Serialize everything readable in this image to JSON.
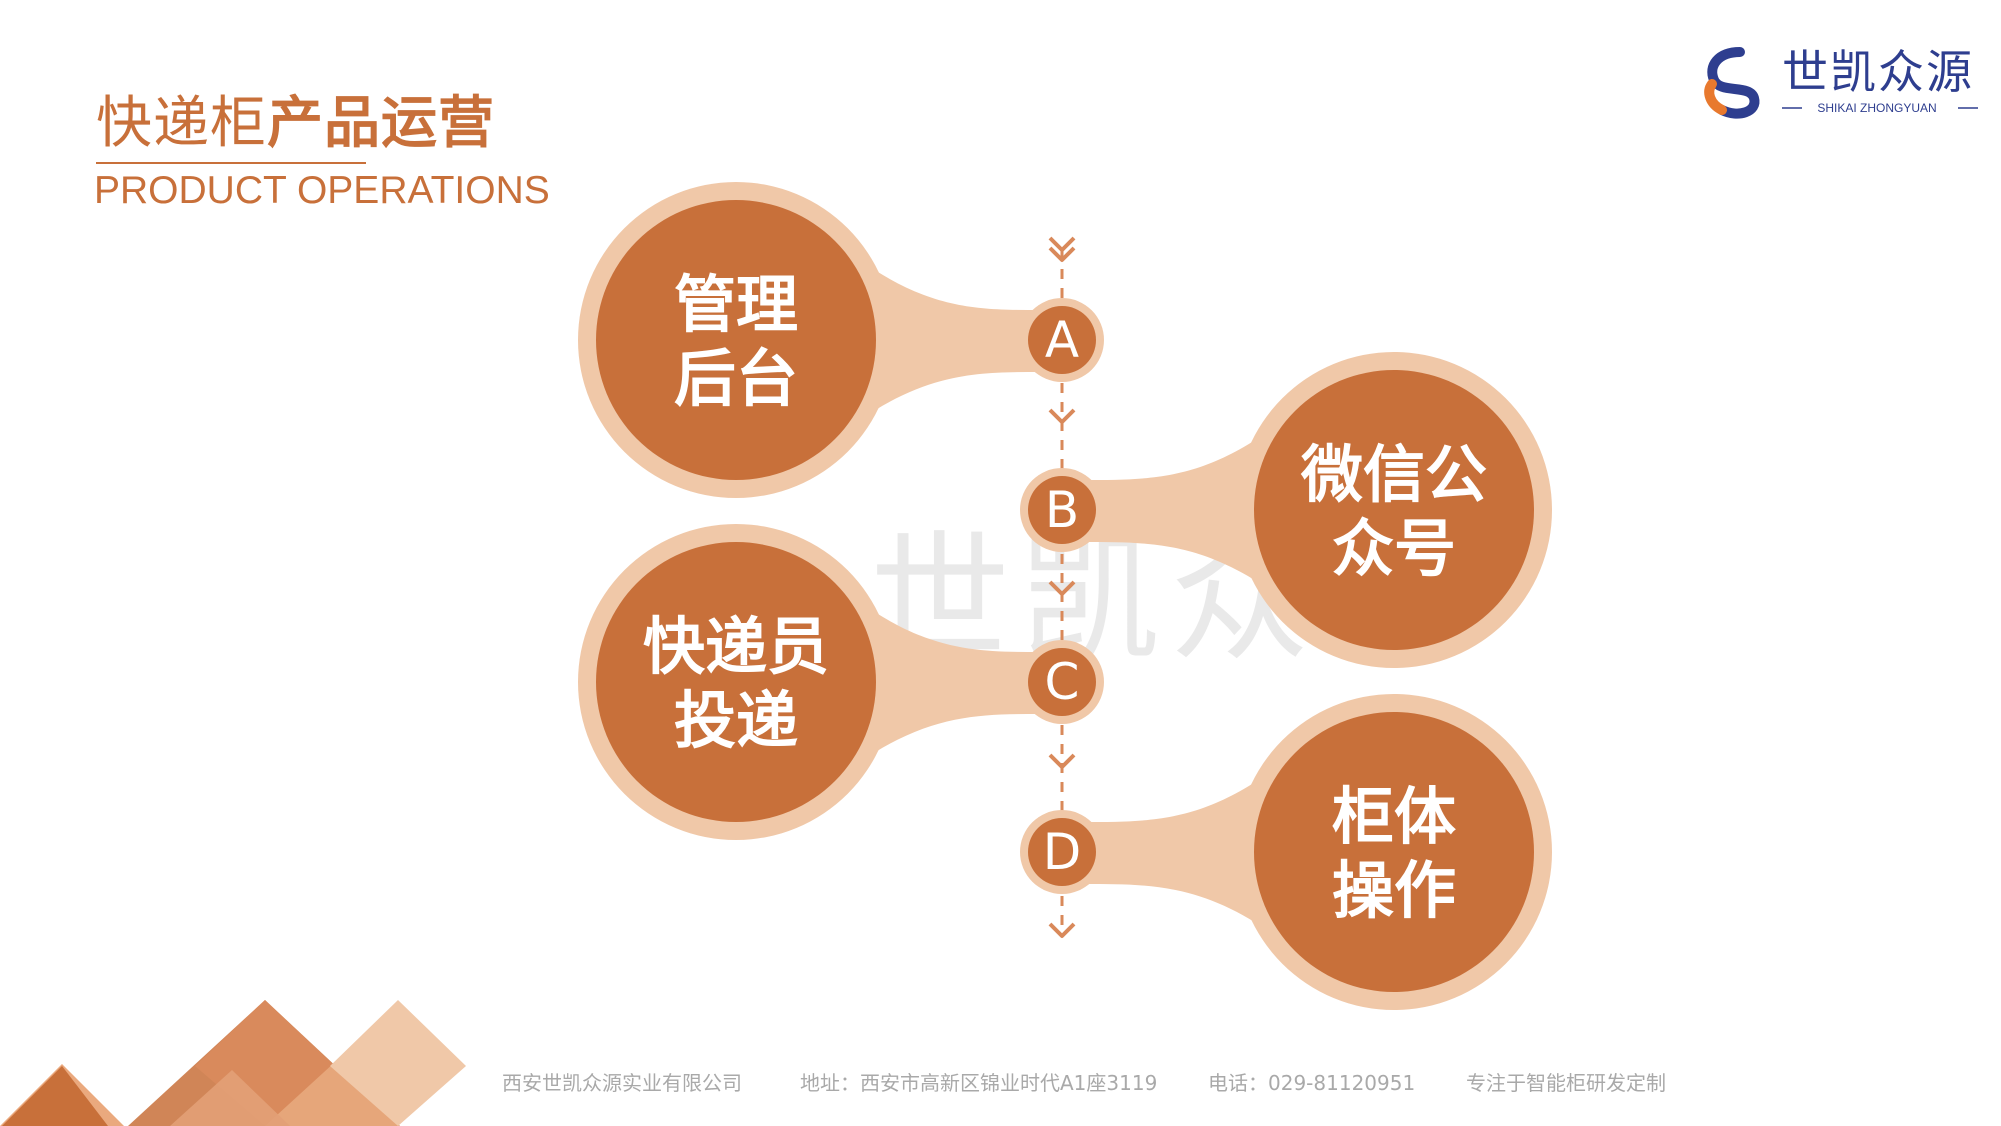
{
  "header": {
    "title_regular": "快递柜",
    "title_bold": "产品运营",
    "subtitle": "PRODUCT OPERATIONS"
  },
  "logo": {
    "name": "世凯众源",
    "sub": "SHIKAI ZHONGYUAN"
  },
  "watermark": "世凯众源",
  "steps": [
    {
      "letter": "A",
      "line1": "管理",
      "line2": "后台"
    },
    {
      "letter": "B",
      "line1": "微信公",
      "line2": "众号"
    },
    {
      "letter": "C",
      "line1": "快递员",
      "line2": "投递"
    },
    {
      "letter": "D",
      "line1": "柜体",
      "line2": "操作"
    }
  ],
  "footer": {
    "company": "西安世凯众源实业有限公司",
    "address": "地址：西安市高新区锦业时代A1座3119",
    "phone": "电话：029-81120951",
    "slogan": "专注于智能柜研发定制"
  },
  "colors": {
    "accent": "#c8703a",
    "halo": "#f0c8a8",
    "arrow": "#d9895a",
    "logo_blue": "#2e3e8f",
    "logo_orange": "#e8792e"
  }
}
